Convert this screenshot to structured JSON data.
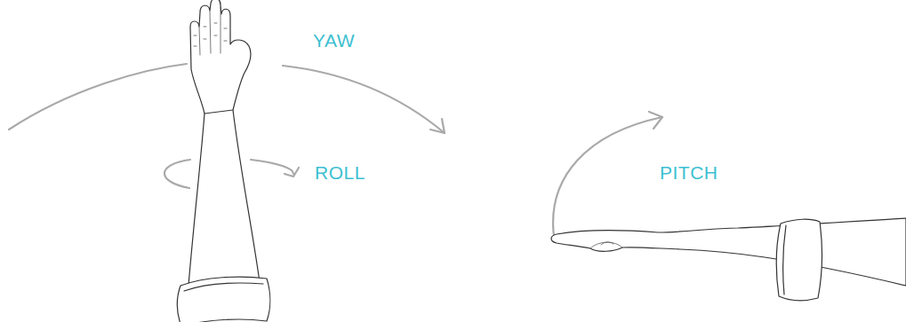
{
  "diagram": {
    "labels": [
      "YAW",
      "ROLL",
      "PITCH"
    ]
  }
}
